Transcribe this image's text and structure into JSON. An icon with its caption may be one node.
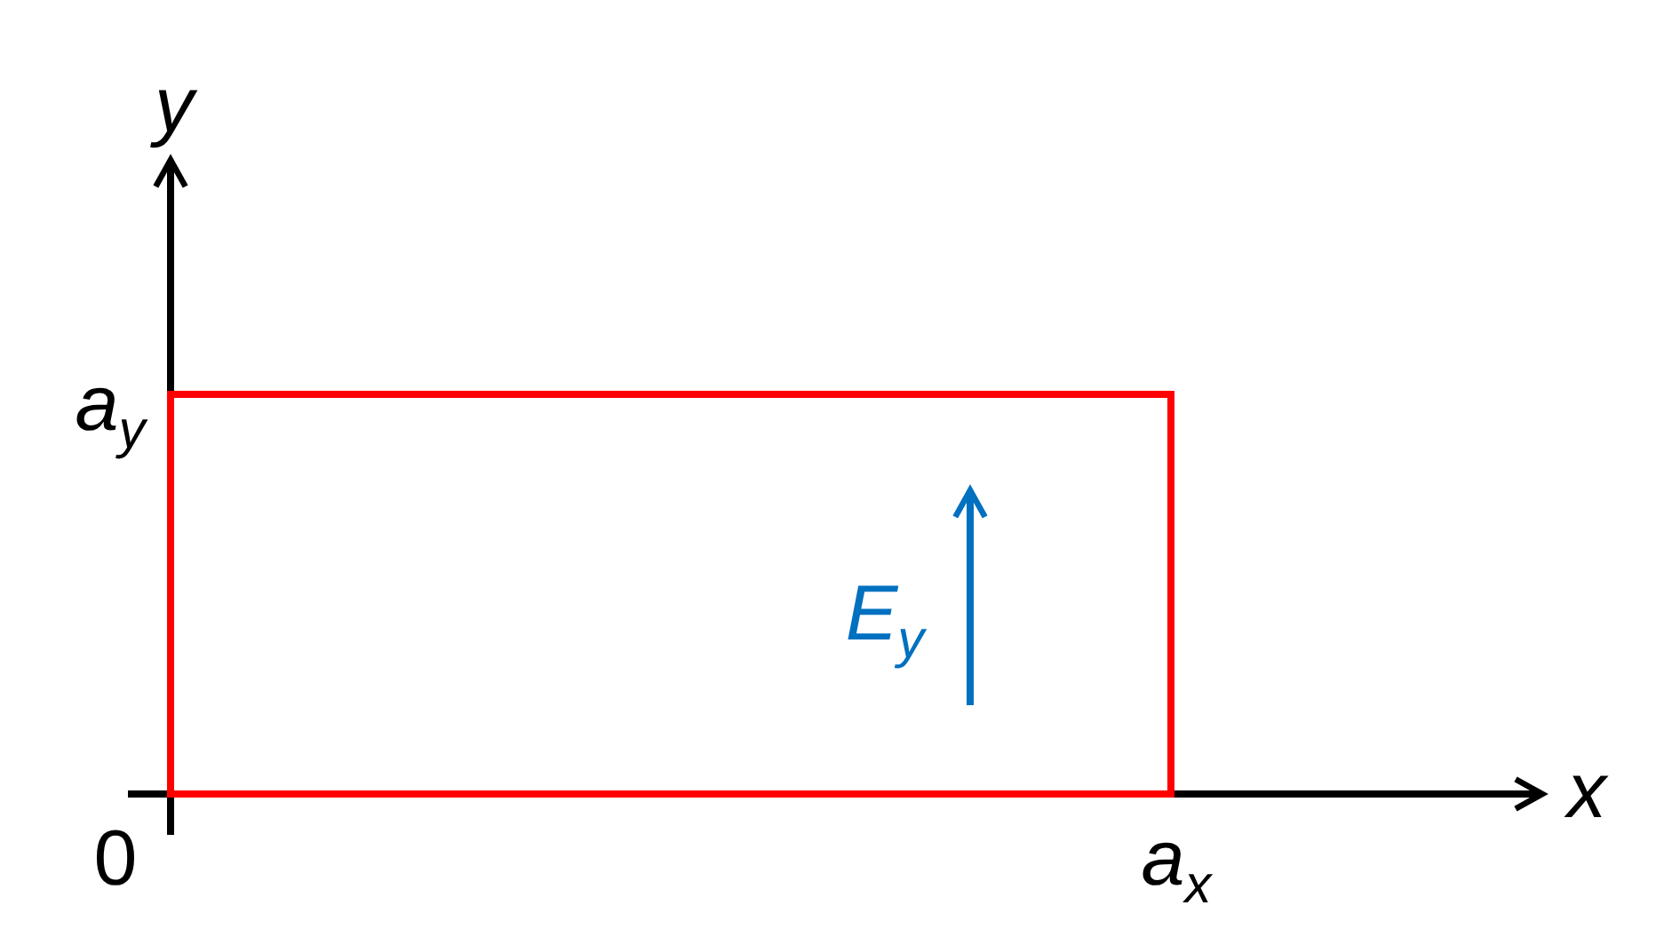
{
  "diagram": {
    "labels": [
      "y",
      "a$_{y}$",
      "E$_{y}$",
      "0",
      "a$_{x}$",
      "x"
    ]
  }
}
